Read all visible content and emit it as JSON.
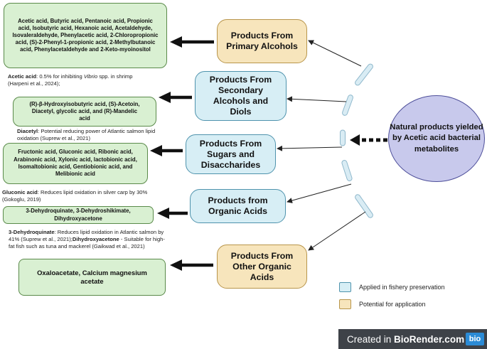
{
  "center": {
    "label": "Natural products yielded by Acetic acid bacterial metabolites"
  },
  "categories": [
    {
      "label": "Products From Primary Alcohols",
      "kind": "potential"
    },
    {
      "label": "Products From Secondary Alcohols and Diols",
      "kind": "applied"
    },
    {
      "label": "Products From Sugars and Disaccharides",
      "kind": "applied"
    },
    {
      "label": "Products from Organic Acids",
      "kind": "applied"
    },
    {
      "label": "Products From Other Organic Acids",
      "kind": "potential"
    }
  ],
  "products": [
    "Acetic acid, Butyric acid, Pentanoic acid, Propionic acid, Isobutyric acid, Hexanoic acid, Acetaldehyde, Isovaleraldehyde, Phenylacetic acid, 2-Chloropropionic acid, (S)-2-Phenyl-1-propionic acid, 2-Methylbutanoic acid, Phenylacetaldehyde and 2-Keto-myoinositol",
    "(R)-β-Hydroxyisobutyric acid, (S)-Acetoin, Diacetyl, glycolic acid, and (R)-Mandelic acid",
    "Fructonic acid, Gluconic acid, Ribonic acid, Arabinonic acid, Xylonic acid, lactobionic acid, Isomaltobionic acid, Gentiobionic acid, and Melibionic acid",
    "3-Dehydroquinate, 3-Dehydroshikimate, Dihydroxyacetone",
    "Oxaloacetate, Calcium magnesium acetate"
  ],
  "notes": {
    "acetic": {
      "term": "Acetic acid",
      "text_a": ": 0.5% for inhibiting ",
      "italic": "Vibrio",
      "text_b": " spp. in shrimp",
      "cite": "(Harpeni et al., 2024);"
    },
    "diacetyl": {
      "term": "Diacetyl",
      "text": ": Potential reducing power of Atlantic salmon lipid oxidation (Suprew et al., 2021)"
    },
    "gluconic": {
      "term": "Gluconic acid",
      "text": ": Reduces lipid oxidation in silver carp by 30% (Gokoglu, 2019)"
    },
    "dehydro": {
      "term1": "3-Dehydroquinate",
      "text1": ": Reduces lipid oxidation in Atlantic salmon by 41% (Suprew et al., 2021);",
      "term2": "Dihydroxyacetone",
      "text2": " - Suitable for high-fat fish such as tuna and mackerel (Gaikwad et al., 2021)"
    }
  },
  "legend": {
    "applied": "Applied in fishery preservation",
    "potential": "Potential for application"
  },
  "colors": {
    "applied_fill": "#d7eef5",
    "potential_fill": "#f7e5bc",
    "product_fill": "#d9f0d2",
    "center_fill": "#c8c9ec"
  },
  "watermark": {
    "prefix": "Created in ",
    "brand": "BioRender.com",
    "logo": "bio"
  }
}
